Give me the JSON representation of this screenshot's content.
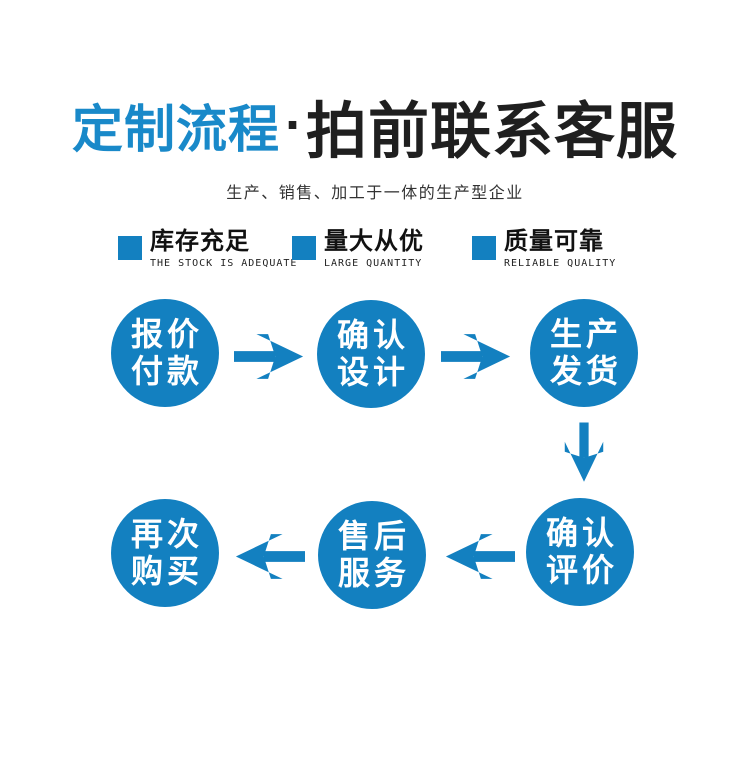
{
  "title": {
    "highlight": "定制流程",
    "separator": "·",
    "rest": "拍前联系客服"
  },
  "subtitle": "生产、销售、加工于一体的生产型企业",
  "features": [
    {
      "label": "库存充足",
      "sublabel": "THE STOCK IS ADEQUATE"
    },
    {
      "label": "量大从优",
      "sublabel": "LARGE QUANTITY"
    },
    {
      "label": "质量可靠",
      "sublabel": "RELIABLE QUALITY"
    }
  ],
  "flow": {
    "steps": [
      {
        "line1": "报价",
        "line2": "付款"
      },
      {
        "line1": "确认",
        "line2": "设计"
      },
      {
        "line1": "生产",
        "line2": "发货"
      },
      {
        "line1": "确认",
        "line2": "评价"
      },
      {
        "line1": "售后",
        "line2": "服务"
      },
      {
        "line1": "再次",
        "line2": "购买"
      }
    ]
  },
  "colors": {
    "accent_blue": "#1380c0",
    "title_blue": "#1989c9",
    "text_black": "#1f1f1f"
  }
}
